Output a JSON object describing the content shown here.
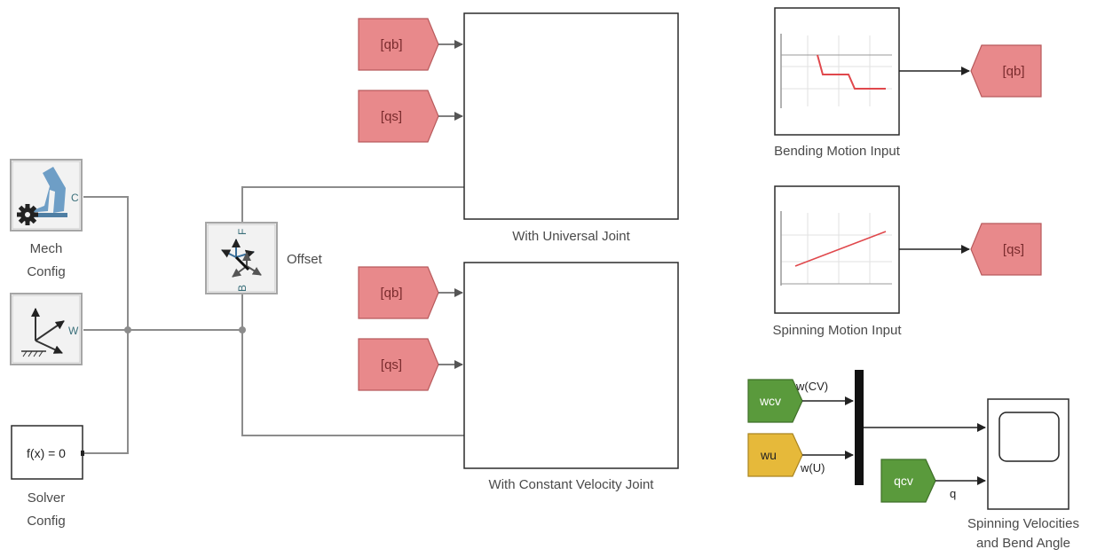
{
  "blocks": {
    "mech_config": {
      "label_line1": "Mech",
      "label_line2": "Config",
      "port": "C"
    },
    "world_frame": {
      "port": "W"
    },
    "solver_config": {
      "text": "f(x) = 0",
      "label_line1": "Solver",
      "label_line2": "Config"
    },
    "offset": {
      "label": "Offset",
      "port_top": "F",
      "port_bottom": "B"
    },
    "universal_joint": {
      "label": "With Universal Joint"
    },
    "cv_joint": {
      "label": "With Constant Velocity Joint"
    },
    "bending_input": {
      "label": "Bending Motion Input"
    },
    "spinning_input": {
      "label": "Spinning Motion Input"
    },
    "scope": {
      "label_line1": "Spinning Velocities",
      "label_line2": "and Bend Angle"
    }
  },
  "tags": {
    "from_qb_1": "[qb]",
    "from_qs_1": "[qs]",
    "from_qb_2": "[qb]",
    "from_qs_2": "[qs]",
    "goto_qb": "[qb]",
    "goto_qs": "[qs]",
    "wcv": "wcv",
    "wu": "wu",
    "qcv": "qcv"
  },
  "signals": {
    "w_cv": "w(CV)",
    "w_u": "w(U)",
    "q": "q"
  },
  "colors": {
    "tag_fill": "#e8898b",
    "tag_stroke": "#b85a5c",
    "green_fill": "#5a9a3c",
    "yellow_fill": "#e6b93a",
    "line": "#8c8c8c",
    "block_stroke": "#2b2b2b",
    "plot_red": "#e0484c"
  }
}
